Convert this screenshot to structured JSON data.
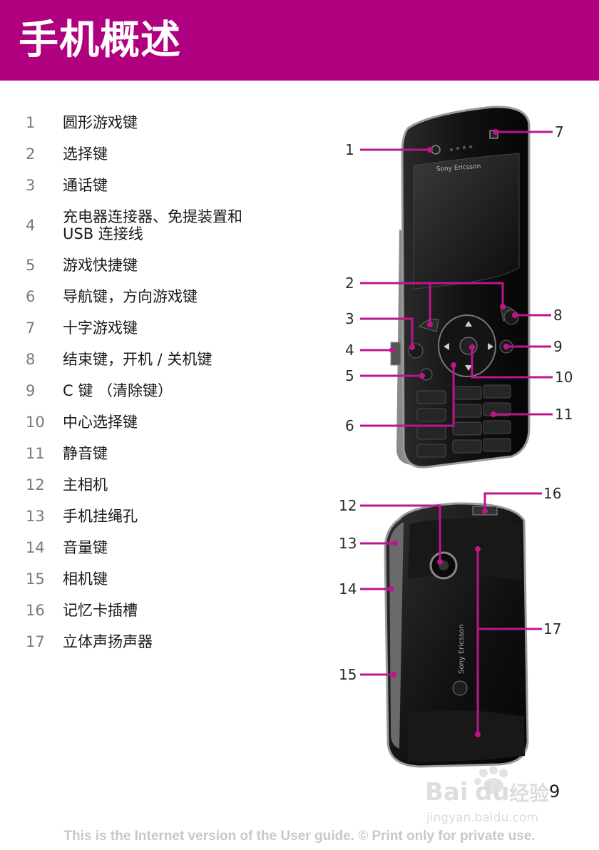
{
  "header": {
    "title": "手机概述",
    "background": "#b0007f"
  },
  "legend": [
    {
      "num": "1",
      "label": "圆形游戏键"
    },
    {
      "num": "2",
      "label": "选择键"
    },
    {
      "num": "3",
      "label": "通话键"
    },
    {
      "num": "4",
      "label": "充电器连接器、免提装置和\nUSB 连接线"
    },
    {
      "num": "5",
      "label": "游戏快捷键"
    },
    {
      "num": "6",
      "label": "导航键，方向游戏键"
    },
    {
      "num": "7",
      "label": "十字游戏键"
    },
    {
      "num": "8",
      "label": "结束键，开机 / 关机键"
    },
    {
      "num": "9",
      "label": "C 键 （清除键）"
    },
    {
      "num": "10",
      "label": "中心选择键"
    },
    {
      "num": "11",
      "label": "静音键"
    },
    {
      "num": "12",
      "label": "主相机"
    },
    {
      "num": "13",
      "label": "手机挂绳孔"
    },
    {
      "num": "14",
      "label": "音量键"
    },
    {
      "num": "15",
      "label": "相机键"
    },
    {
      "num": "16",
      "label": "记忆卡插槽"
    },
    {
      "num": "17",
      "label": "立体声扬声器"
    }
  ],
  "figure": {
    "brand_front": "Sony Ericsson",
    "brand_back": "Sony Ericsson",
    "callout_color": "#c0148c",
    "callouts": [
      "1",
      "2",
      "3",
      "4",
      "5",
      "6",
      "7",
      "8",
      "9",
      "10",
      "11",
      "12",
      "13",
      "14",
      "15",
      "16",
      "17"
    ]
  },
  "page_number": "9",
  "watermark": {
    "brand": "Bai",
    "brand_mid": "du",
    "brand_suffix": "经验",
    "url": "jingyan.baidu.com"
  },
  "footer": "This is the Internet version of the User guide. © Print only for private use."
}
